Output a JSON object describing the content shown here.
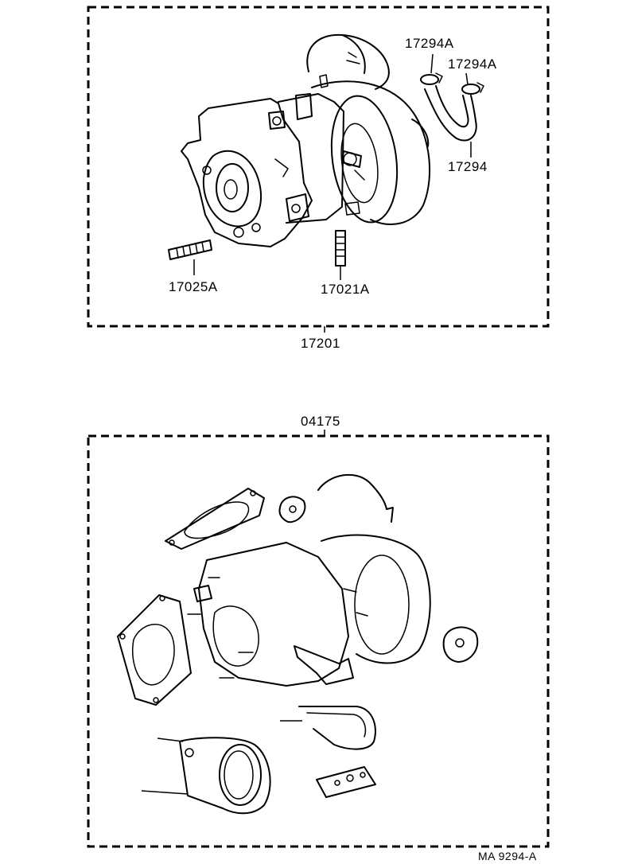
{
  "top_group": {
    "assembly_label": "17201",
    "parts": {
      "hose_clamp_left": "17294A",
      "hose_clamp_right": "17294A",
      "hose": "17294",
      "stud_left": "17025A",
      "stud_right": "17021A"
    }
  },
  "bottom_group": {
    "kit_label": "04175"
  },
  "footer": {
    "drawing_code": "MA 9294-A"
  }
}
